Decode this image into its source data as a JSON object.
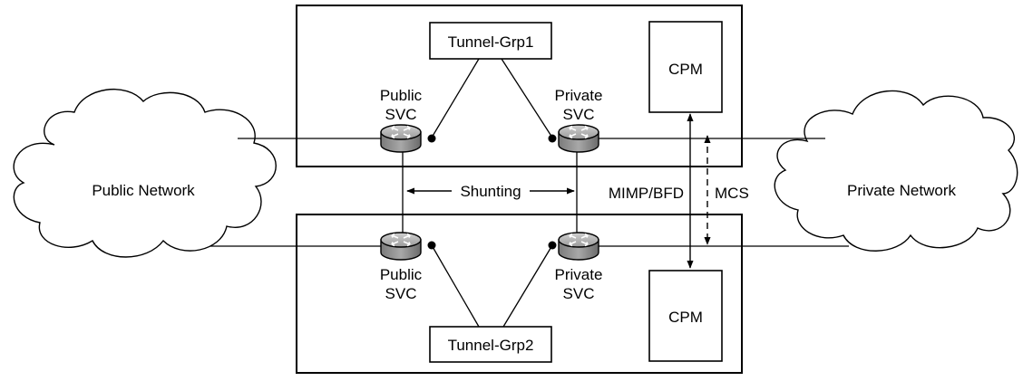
{
  "top_chassis": {
    "tunnel_group": "Tunnel-Grp1",
    "cpm": "CPM",
    "public_svc": [
      "Public",
      "SVC"
    ],
    "private_svc": [
      "Private",
      "SVC"
    ]
  },
  "bottom_chassis": {
    "tunnel_group": "Tunnel-Grp2",
    "cpm": "CPM",
    "public_svc": [
      "Public",
      "SVC"
    ],
    "private_svc": [
      "Private",
      "SVC"
    ]
  },
  "clouds": {
    "public": "Public Network",
    "private": "Private Network"
  },
  "links": {
    "shunting": "Shunting",
    "mimp_bfd": "MIMP/BFD",
    "mcs": "MCS"
  }
}
